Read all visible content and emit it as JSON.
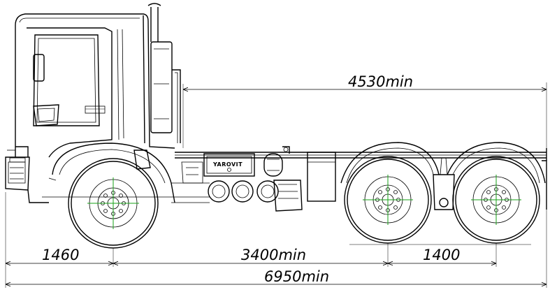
{
  "drawing": {
    "subject": "truck-chassis-side-view",
    "brand_label": "YAROVIT",
    "line_color": "#000000",
    "centerline_color": "#17a217",
    "dimensions": {
      "frame_length": "4530min",
      "front_overhang": "1460",
      "wheelbase": "3400min",
      "rear_axle_spacing": "1400",
      "overall_length": "6950min"
    }
  }
}
